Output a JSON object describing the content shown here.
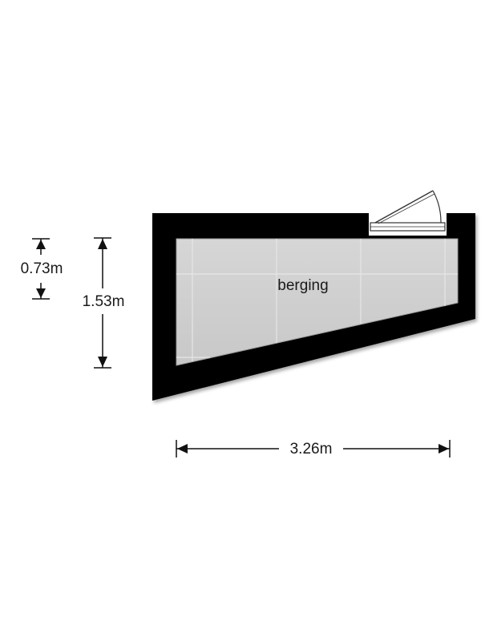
{
  "floorplan": {
    "room": {
      "name": "berging"
    },
    "dimensions": {
      "width": "3.26m",
      "height_total": "1.53m",
      "height_partial": "0.73m"
    },
    "colors": {
      "wall": "#000000",
      "floor": "#cfcfcf",
      "tile_line": "#e4e4e4",
      "dimension_line": "#111111"
    }
  }
}
